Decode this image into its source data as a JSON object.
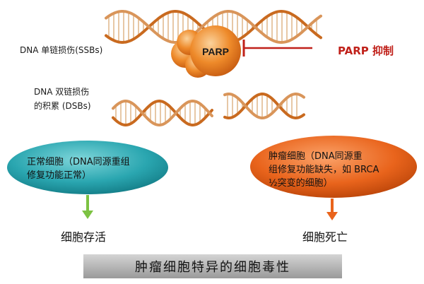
{
  "labels": {
    "ssb": "DNA 单链损伤(SSBs)",
    "dsb_line1": "DNA  双链损伤",
    "dsb_line2": "的积累 (DSBs)",
    "parp": "PARP",
    "inhibitor": "PARP 抑制"
  },
  "normal_cell": {
    "line1": "正常细胞（DNA同源重组",
    "line2": "修复功能正常）",
    "outcome": "细胞存活"
  },
  "tumor_cell": {
    "line1": "肿瘤细胞（DNA同源重",
    "line2": "组修复功能缺失，如 BRCA",
    "line3": "½突变的细胞）",
    "outcome": "细胞死亡"
  },
  "banner": "肿瘤细胞特异的细胞毒性",
  "colors": {
    "dna_strand": "#c96a1f",
    "dna_rung": "#e7c8a6",
    "parp_orange": "#ee8a2a",
    "inhibitor_red": "#c0211a",
    "normal_teal": "#2aa6b0",
    "tumor_orange": "#e9641c",
    "arrow_green": "#7cc242",
    "arrow_orange": "#e9641c"
  }
}
